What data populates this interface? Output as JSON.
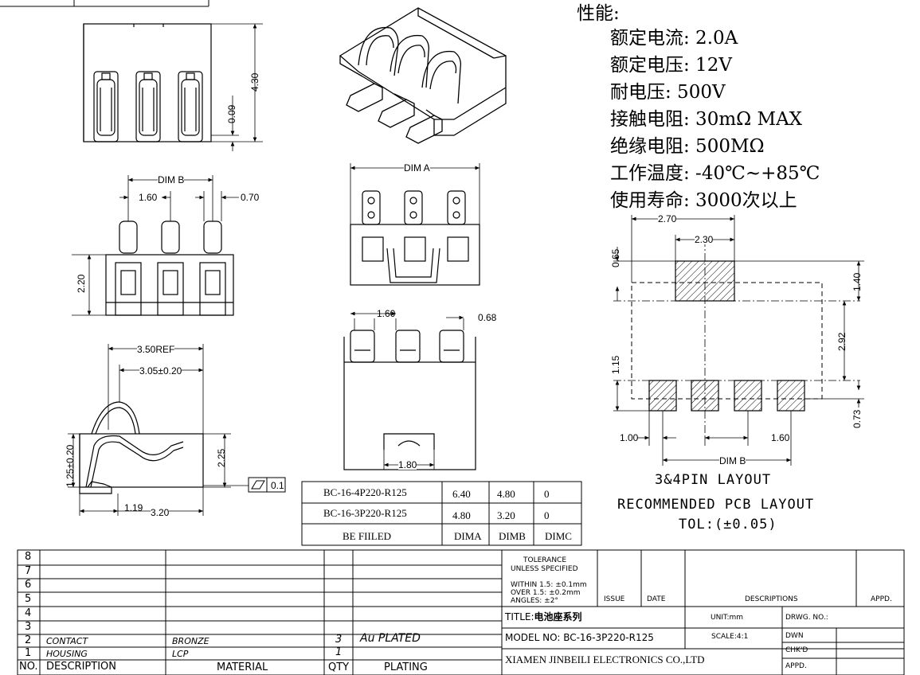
{
  "specs": {
    "heading": "性能:",
    "lines": [
      "额定电流: 2.0A",
      "额定电压: 12V",
      "耐电压: 500V",
      "接触电阻: 30mΩ MAX",
      "绝缘电阻: 500MΩ",
      "工作温度: -40℃~+85℃",
      "使用寿命: 3000次以上"
    ]
  },
  "dims": {
    "top_h": "4.30",
    "top_small": "0.09",
    "dimb": "DIM B",
    "p160a": "1.60",
    "p070": "0.70",
    "h220": "2.20",
    "dima": "DIM A",
    "p160b": "1.60",
    "p068": "0.68",
    "p180": "1.80",
    "ref350": "3.50REF",
    "d305": "3.05±0.20",
    "d125": "1.25±0.20",
    "d225": "2.25",
    "d119": "1.19",
    "d320": "3.20",
    "flat": "0.1"
  },
  "pcb": {
    "d270": "2.70",
    "d230": "2.30",
    "d065": "0.65",
    "d140": "1.40",
    "d292": "2.92",
    "d115": "1.15",
    "d073": "0.73",
    "d100": "1.00",
    "d160": "1.60",
    "dimb": "DIM B",
    "layout": "3&4PIN LAYOUT",
    "recommended": "RECOMMENDED PCB LAYOUT",
    "tol": "TOL:(±0.05)"
  },
  "dim_table": {
    "rows": [
      {
        "model": "BC-16-4P220-R125",
        "dima": "6.40",
        "dimb": "4.80",
        "dimc": "0"
      },
      {
        "model": "BC-16-3P220-R125",
        "dima": "4.80",
        "dimb": "3.20",
        "dimc": "0"
      }
    ],
    "footer": {
      "label": "BE FIILED",
      "dima": "DIMA",
      "dimb": "DIMB",
      "dimc": "DIMC"
    }
  },
  "bom": {
    "row_numbers": [
      "8",
      "7",
      "6",
      "5",
      "4",
      "3",
      "2",
      "1"
    ],
    "rows": [
      {
        "no": "2",
        "desc": "CONTACT",
        "material": "BRONZE",
        "qty": "3",
        "plating": "Au PLATED"
      },
      {
        "no": "1",
        "desc": "HOUSING",
        "material": "LCP",
        "qty": "1",
        "plating": ""
      }
    ],
    "headers": {
      "no": "NO.",
      "desc": "DESCRIPTION",
      "material": "MATERIAL",
      "qty": "QTY",
      "plating": "PLATING"
    }
  },
  "title_block": {
    "tolerance_title": "TOLERANCE",
    "tolerance_sub": "UNLESS SPECIFIED",
    "within": "WITHIN 1.5: ±0.1mm",
    "over": "OVER 1.5:  ±0.2mm",
    "angles": "ANGLES: ±2°",
    "issue": "ISSUE",
    "date": "DATE",
    "descriptions": "DESCRIPTIONS",
    "appd": "APPD.",
    "title_label": "TITLE:",
    "title_value": "电池座系列",
    "unit": "UNIT:mm",
    "drwg": "DRWG. NO.:",
    "model": "MODEL NO: BC-16-3P220-R125",
    "scale": "SCALE:4:1",
    "dwn": "DWN",
    "chkd": "CHK'D",
    "appd2": "APPD.",
    "company": "XIAMEN JINBEILI ELECTRONICS CO.,LTD"
  }
}
